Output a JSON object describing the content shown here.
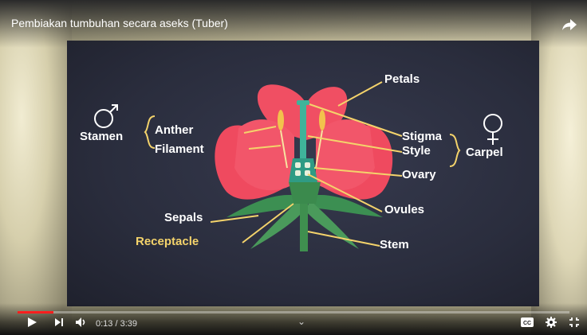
{
  "video": {
    "title": "Pembiakan tumbuhan secara aseks (Tuber)",
    "current_time": "0:13",
    "duration": "3:39",
    "time_text": "0:13 / 3:39",
    "progress_fraction": 0.065
  },
  "slide": {
    "labels": {
      "stamen": "Stamen",
      "anther": "Anther",
      "filament": "Filament",
      "petals": "Petals",
      "stigma": "Stigma",
      "style": "Style",
      "ovary": "Ovary",
      "carpel": "Carpel",
      "ovules": "Ovules",
      "sepals": "Sepals",
      "receptacle": "Receptacle",
      "stem": "Stem"
    }
  },
  "colors": {
    "progress": "#ff1e1e",
    "slide_bg": "#2a2d3d",
    "petal": "#f0485e",
    "stem": "#3f8f4f",
    "label_yellow": "#f4d36b"
  },
  "icons": [
    "share-icon",
    "play-icon",
    "next-icon",
    "volume-icon",
    "chevron-down-icon",
    "cc-icon",
    "settings-icon",
    "exit-fullscreen-icon"
  ]
}
